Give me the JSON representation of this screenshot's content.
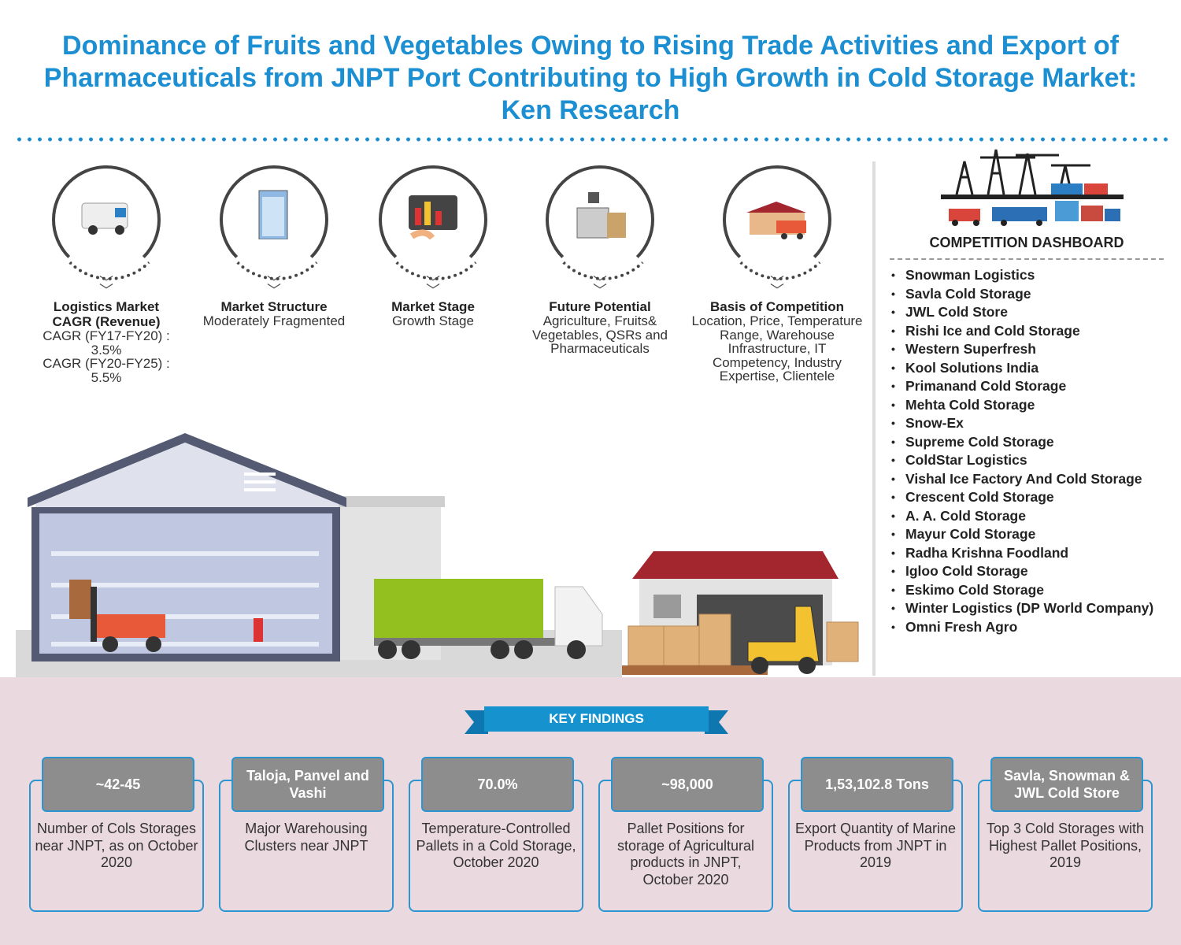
{
  "title": "Dominance of Fruits and Vegetables Owing to Rising Trade Activities and Export of Pharmaceuticals from JNPT Port Contributing to High Growth in Cold Storage Market: Ken Research",
  "stats": [
    {
      "icon": "delivery-van-icon",
      "heading": "Logistics Market CAGR (Revenue)",
      "lines": [
        "CAGR (FY17-FY20) :",
        "3.5%",
        "CAGR (FY20-FY25) :",
        "5.5%"
      ]
    },
    {
      "icon": "refrigerator-icon",
      "heading": "Market Structure",
      "lines": [
        "Moderately Fragmented"
      ]
    },
    {
      "icon": "tablet-chart-icon",
      "heading": "Market Stage",
      "lines": [
        "Growth Stage"
      ]
    },
    {
      "icon": "cash-register-icon",
      "heading": "Future Potential",
      "lines": [
        "Agriculture, Fruits& Vegetables, QSRs and Pharmaceuticals"
      ]
    },
    {
      "icon": "warehouse-truck-icon",
      "heading": "Basis of Competition",
      "lines": [
        "Location, Price, Temperature Range, Warehouse Infrastructure, IT Competency, Industry Expertise, Clientele"
      ]
    }
  ],
  "dashboard": {
    "title": "COMPETITION DASHBOARD",
    "companies": [
      "Snowman Logistics",
      "Savla Cold Storage",
      "JWL Cold Store",
      "Rishi Ice and Cold Storage",
      "Western Superfresh",
      "Kool Solutions India",
      "Primanand Cold Storage",
      "Mehta Cold Storage",
      "Snow-Ex",
      "Supreme Cold Storage",
      "ColdStar Logistics",
      "Vishal Ice Factory And Cold Storage",
      "Crescent Cold Storage",
      "A. A. Cold Storage",
      "Mayur Cold Storage",
      "Radha Krishna Foodland",
      "Igloo Cold Storage",
      "Eskimo Cold Storage",
      "Winter Logistics (DP World Company)",
      "Omni Fresh Agro"
    ]
  },
  "key_findings": {
    "title": "KEY FINDINGS",
    "cards": [
      {
        "value": "~42-45",
        "desc": "Number of Cols Storages near JNPT, as on October 2020"
      },
      {
        "value": "Taloja, Panvel and Vashi",
        "desc": "Major Warehousing Clusters near JNPT"
      },
      {
        "value": "70.0%",
        "desc": "Temperature-Controlled Pallets in a Cold Storage, October 2020"
      },
      {
        "value": "~98,000",
        "desc": "Pallet Positions for storage of Agricultural products in JNPT, October 2020"
      },
      {
        "value": "1,53,102.8 Tons",
        "desc": "Export Quantity of Marine Products from JNPT in 2019"
      },
      {
        "value": "Savla, Snowman & JWL Cold Store",
        "desc": "Top 3 Cold Storages with Highest Pallet Positions, 2019"
      }
    ]
  },
  "colors": {
    "accent": "#1b8fd2",
    "bottom_bg": "#ead9df",
    "card_header": "#8d8d8d"
  }
}
